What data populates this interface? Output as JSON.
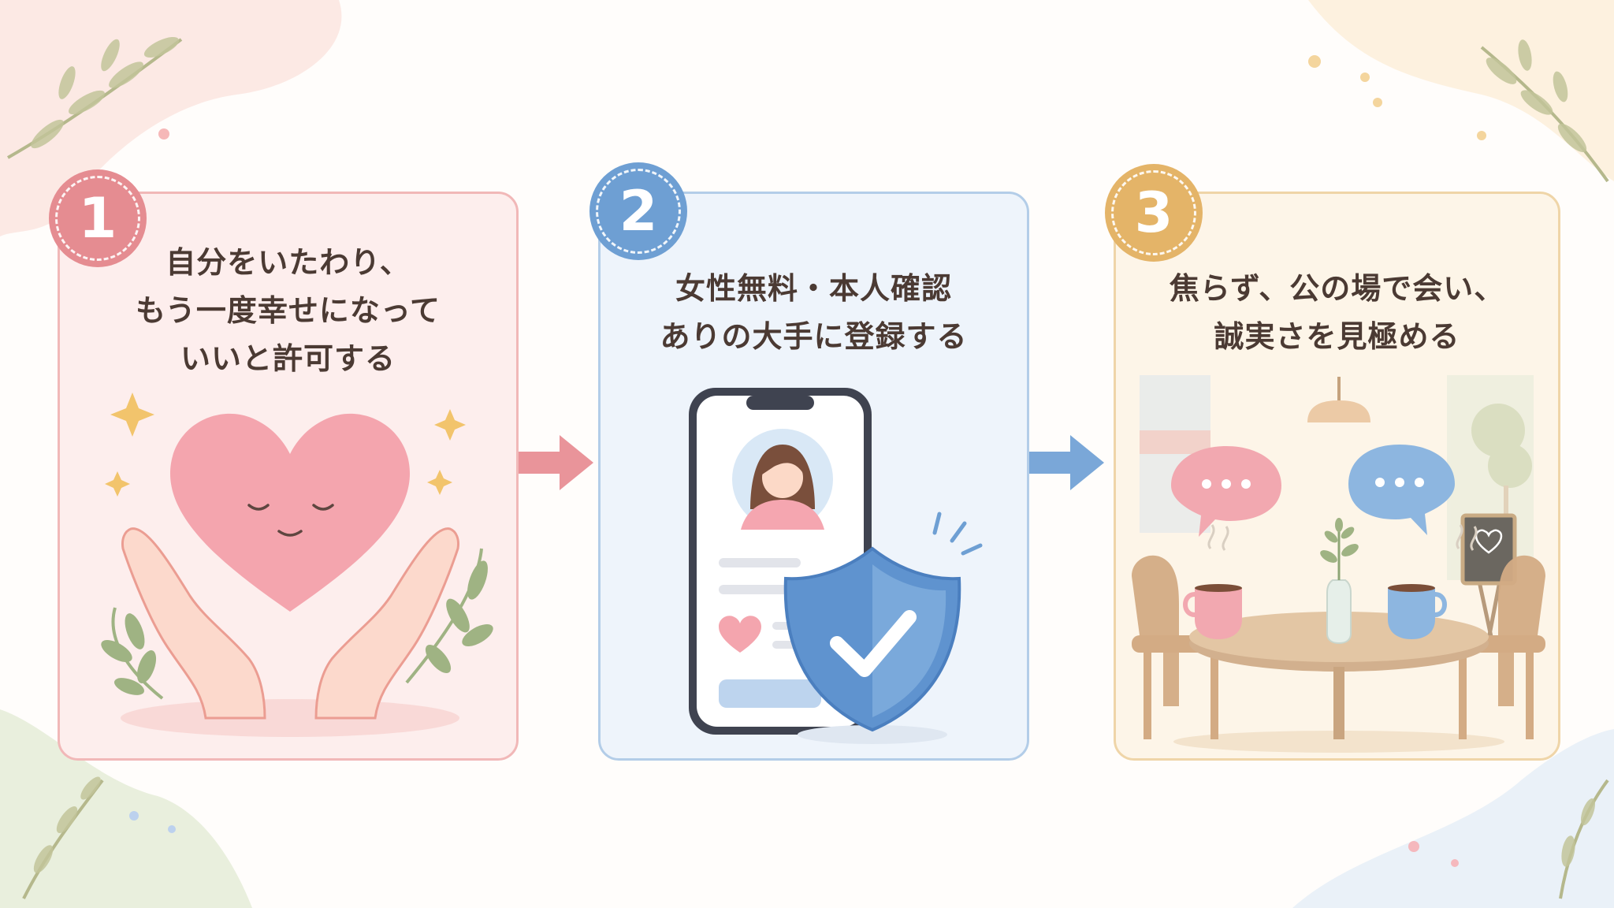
{
  "steps": [
    {
      "number": "1",
      "lines": [
        "自分をいたわり、",
        "もう一度幸せになって",
        "いいと許可する"
      ],
      "color": "#e58c91"
    },
    {
      "number": "2",
      "lines": [
        "女性無料・本人確認",
        "ありの大手に登録する"
      ],
      "color": "#6e9fd3"
    },
    {
      "number": "3",
      "lines": [
        "焦らず、公の場で会い、",
        "誠実さを見極める"
      ],
      "color": "#e4b468"
    }
  ],
  "colors": {
    "arrow_1": "#e9949a",
    "arrow_2": "#7aa7d8",
    "leaf": "#b7be8c",
    "text": "#4b3a33"
  },
  "icons": {
    "step_1": "heart-in-hands-icon",
    "step_2": "phone-profile-shield-icon",
    "step_3": "cafe-conversation-icon"
  }
}
